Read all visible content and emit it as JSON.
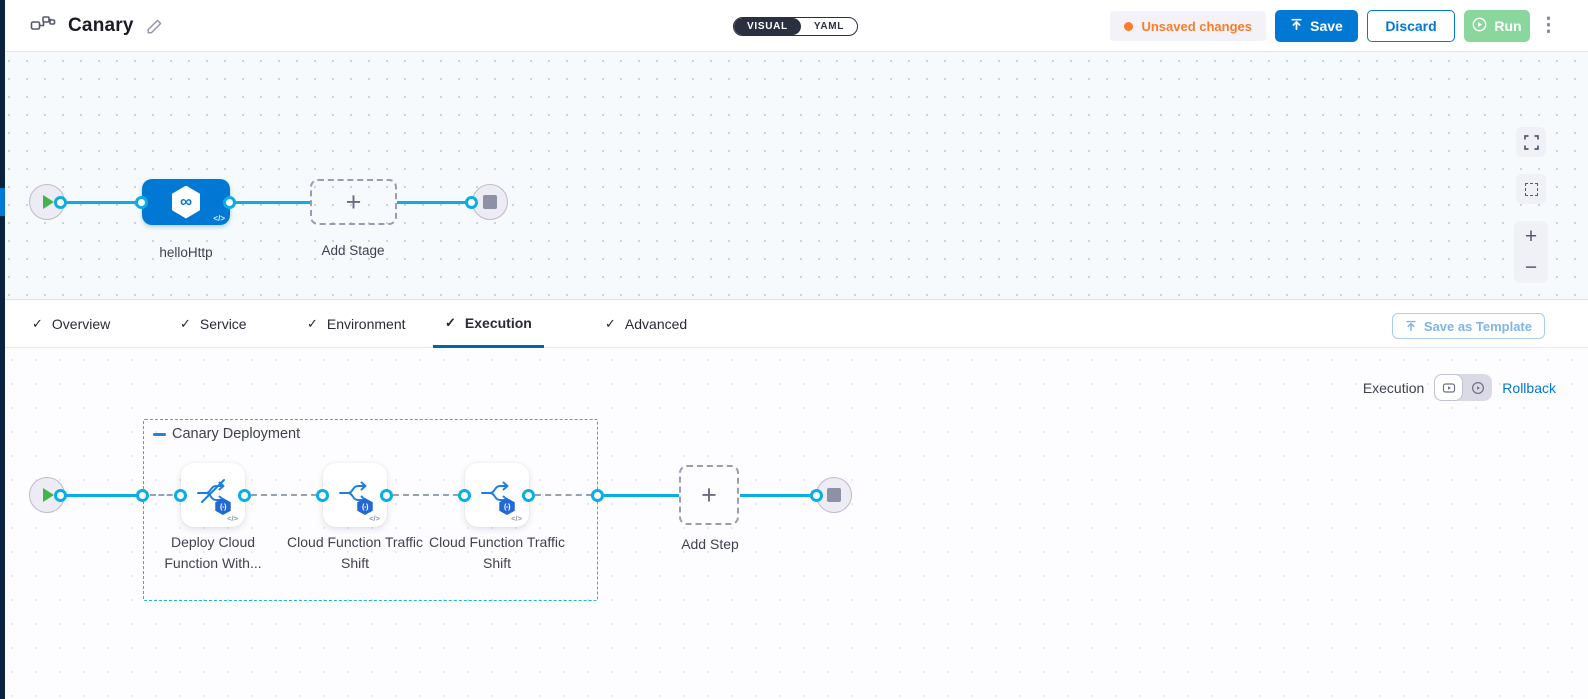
{
  "header": {
    "title": "Canary",
    "mode_toggle": {
      "visual": "VISUAL",
      "yaml": "YAML",
      "selected": "VISUAL"
    },
    "unsaved_badge": "Unsaved changes",
    "save_label": "Save",
    "discard_label": "Discard",
    "run_label": "Run"
  },
  "stage_canvas": {
    "stage_name": "helloHttp",
    "add_stage_label": "Add Stage"
  },
  "tabs": [
    {
      "label": "Overview",
      "checked": true,
      "active": false
    },
    {
      "label": "Service",
      "checked": true,
      "active": false
    },
    {
      "label": "Environment",
      "checked": true,
      "active": false
    },
    {
      "label": "Execution",
      "checked": true,
      "active": true
    },
    {
      "label": "Advanced",
      "checked": true,
      "active": false
    }
  ],
  "save_as_template_label": "Save as Template",
  "execution_canvas": {
    "mode_label": "Execution",
    "rollback_label": "Rollback",
    "group_label": "Canary Deployment",
    "steps": [
      {
        "name": "Deploy Cloud Function With...",
        "icon": "cloud-function-deploy-no-traffic"
      },
      {
        "name": "Cloud Function Traffic Shift",
        "icon": "cloud-function-traffic-shift"
      },
      {
        "name": "Cloud Function Traffic Shift",
        "icon": "cloud-function-traffic-shift"
      }
    ],
    "add_step_label": "Add Step"
  },
  "glyphs": {
    "plus": "+",
    "minus": "−",
    "kebab": "⋮",
    "check": "✓",
    "code_tag": "</>",
    "infinity": "∞",
    "badge_glyph": "(-)"
  },
  "colors": {
    "accent_blue": "#0278d5",
    "flow_cyan": "#0aaee4",
    "unsaved_orange": "#ff7b26",
    "run_green": "#8ad79e",
    "dark_nav": "#0a2240"
  }
}
